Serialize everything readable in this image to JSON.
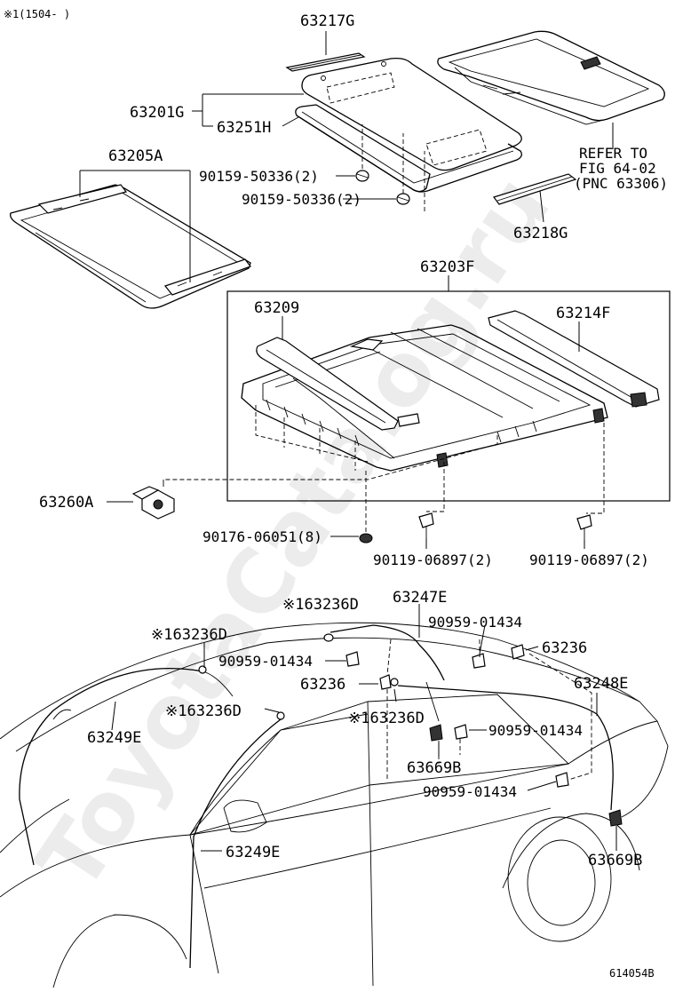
{
  "header": {
    "applicability_note": "※1(1504-    )"
  },
  "footer": {
    "figure_number": "614054B"
  },
  "watermark": {
    "text": "ToyotaCatalog.ru"
  },
  "callouts": {
    "p63217G": "63217G",
    "p63201G": "63201G",
    "p63251H": "63251H",
    "p63205A": "63205A",
    "bolt1": "90159-50336(2)",
    "bolt2": "90159-50336(2)",
    "refer1": "REFER TO",
    "refer2": "FIG 64-02",
    "refer3": "(PNC 63306)",
    "p63218G": "63218G",
    "p63203F": "63203F",
    "p63209": "63209",
    "p63214F": "63214F",
    "p63260A": "63260A",
    "p90176": "90176-06051(8)",
    "p90119a": "90119-06897(2)",
    "p90119b": "90119-06897(2)",
    "p63236D_a": "※163236D",
    "p63247E": "63247E",
    "p90959_a": "90959-01434",
    "p63236D_b": "※163236D",
    "p90959_b": "90959-01434",
    "p63236_a": "63236",
    "p63236_b": "63236",
    "p63248E": "63248E",
    "p63236D_c": "※163236D",
    "p63249E_a": "63249E",
    "p63236D_d": "※163236D",
    "p90959_c": "90959-01434",
    "p63669B_a": "63669B",
    "p90959_d": "90959-01434",
    "p63249E_b": "63249E",
    "p63669B_b": "63669B"
  }
}
